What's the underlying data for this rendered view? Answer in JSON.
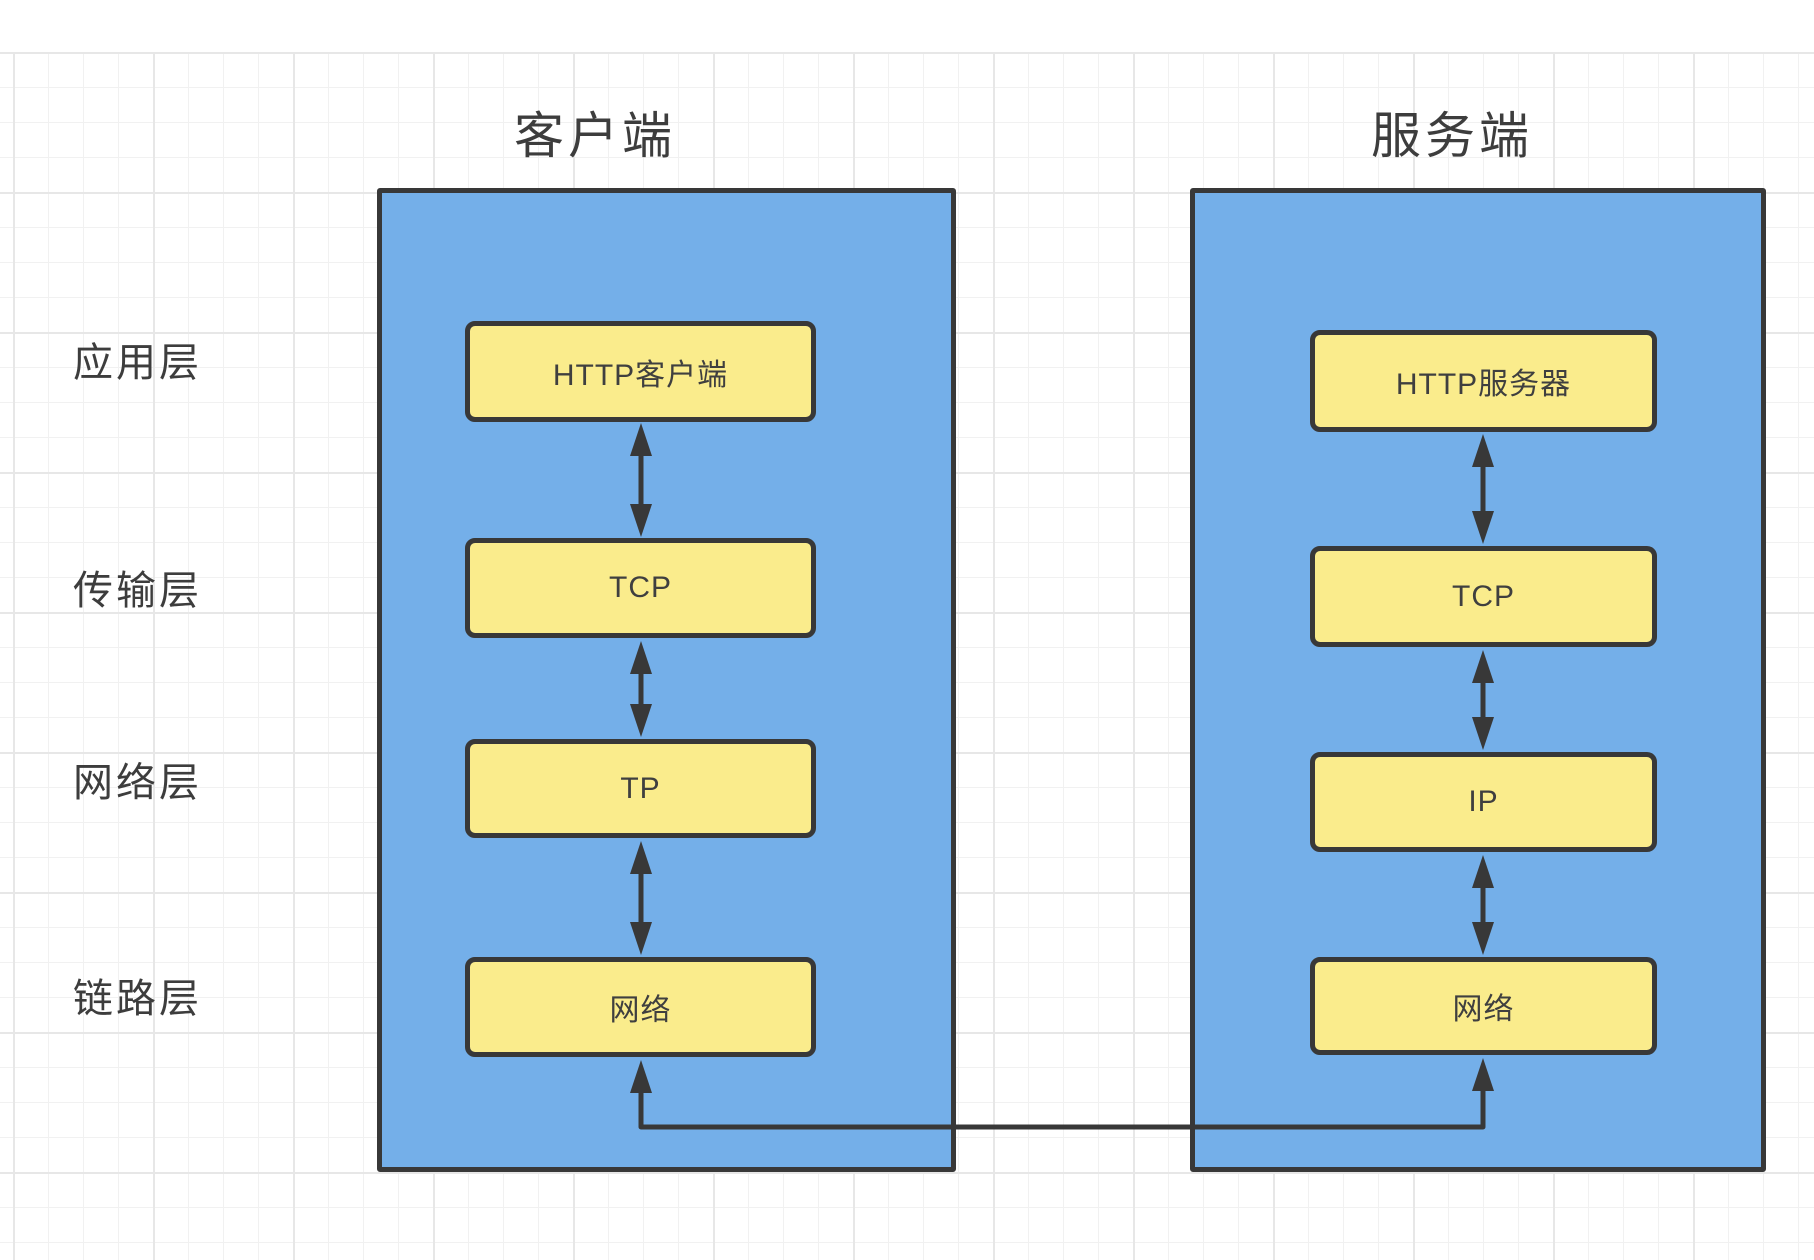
{
  "diagram": {
    "description": "HTTP client-server TCP/IP protocol stack diagram",
    "layers": [
      {
        "label": "应用层"
      },
      {
        "label": "传输层"
      },
      {
        "label": "网络层"
      },
      {
        "label": "链路层"
      }
    ],
    "client": {
      "title": "客户端",
      "boxes": [
        {
          "label": "HTTP客户端"
        },
        {
          "label": "TCP"
        },
        {
          "label": "TP"
        },
        {
          "label": "网络"
        }
      ]
    },
    "server": {
      "title": "服务端",
      "boxes": [
        {
          "label": "HTTP服务器"
        },
        {
          "label": "TCP"
        },
        {
          "label": "IP"
        },
        {
          "label": "网络"
        }
      ]
    },
    "colors": {
      "container_fill": "#74afe9",
      "node_fill": "#faec8c",
      "stroke": "#383838",
      "text": "#3d3d3d",
      "grid_minor": "#f1f1f1",
      "grid_major": "#e7e7e7",
      "background": "#ffffff"
    }
  }
}
